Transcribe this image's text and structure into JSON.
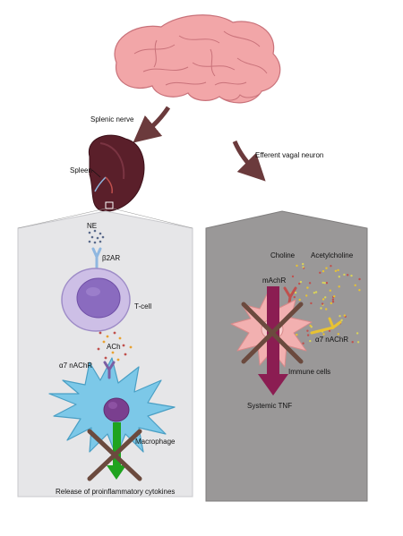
{
  "labels": {
    "splenic_nerve": "Splenic nerve",
    "efferent_vagal": "Efferent vagal neuron",
    "spleen": "Spleen",
    "ne": "NE",
    "b2ar": "β2AR",
    "tcell": "T-cell",
    "ach": "ACh",
    "a7_left": "α7 nAChR",
    "macrophage": "Macrophage",
    "release": "Release of proinflammatory cytokines",
    "choline": "Choline",
    "acetylcholine": "Acetylcholine",
    "machr": "mAchR",
    "a7_right": "α7 nAChR",
    "immune": "Immune cells",
    "tnf": "Systemic TNF"
  },
  "colors": {
    "brain": "#f2a6a8",
    "brain_dark": "#c9727a",
    "arrow_brown": "#6b3a3c",
    "spleen": "#5a1f2a",
    "panel_left": "#e6e6e8",
    "panel_right": "#9a9898",
    "tcell": "#b9a6d9",
    "tcell_nucleus": "#8a6bbf",
    "macrophage": "#7cc8e8",
    "macrophage_nucleus": "#7a3f8f",
    "green_arrow": "#1fa31f",
    "cross": "#6b4a3e",
    "immune_cell": "#f2b0b0",
    "tnf_arrow": "#8b1d52",
    "receptor_blue": "#8fb7e0",
    "receptor_purple": "#7b5fa3",
    "receptor_red": "#c0504d",
    "receptor_yellow": "#e8c232"
  }
}
